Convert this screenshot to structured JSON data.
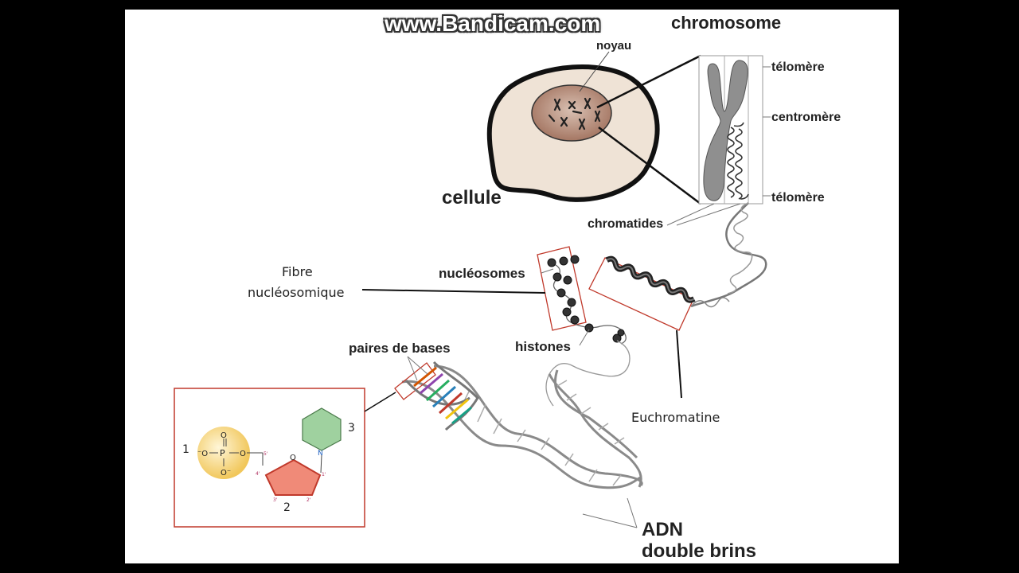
{
  "watermark": "www.Bandicam.com",
  "labels": {
    "chromosome": "chromosome",
    "noyau": "noyau",
    "telomere_top": "télomère",
    "centromere": "centromère",
    "telomere_bottom": "télomère",
    "cellule": "cellule",
    "chromatides": "chromatides",
    "fibre_line1": "Fibre",
    "fibre_line2": "nucléosomique",
    "nucleosomes": "nucléosomes",
    "histones": "histones",
    "paires_de_bases": "paires de bases",
    "euchromatine": "Euchromatine",
    "adn_line1": "ADN",
    "adn_line2": "double brins"
  },
  "nucleotide": {
    "phosphate_number": "1",
    "sugar_number": "2",
    "base_number": "3",
    "phosphate": {
      "p": "P",
      "o_top": "O",
      "o_left": "⁻O",
      "o_right": "O",
      "o_bottom": "O⁻"
    },
    "sugar": {
      "ring_o": "O",
      "c1": "1'",
      "c2": "2'",
      "c3": "3'",
      "c4": "4'",
      "c5": "5'"
    },
    "base_n": "N"
  },
  "colors": {
    "frame_red": "#c0392b",
    "sugar": "#f08a78",
    "base": "#9fd19f",
    "phosphate": "#f5c85a",
    "cell": "#efe3d6",
    "nucleus": "#b68873"
  }
}
